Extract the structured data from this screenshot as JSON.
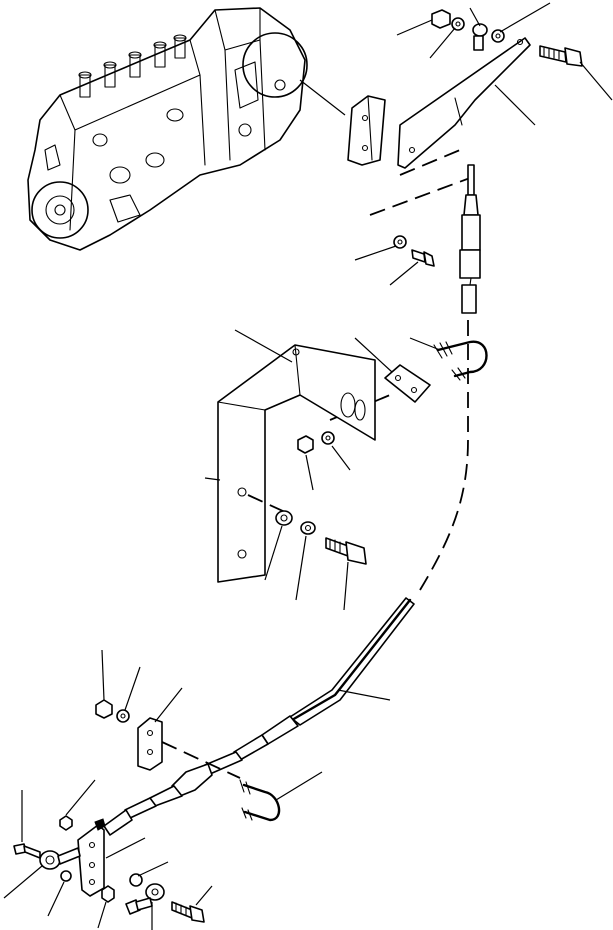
{
  "drawing": {
    "labels": []
  },
  "parts": [
    "fuel-injection-pump",
    "bracket-upper",
    "throttle-cable",
    "bracket-main",
    "u-bolt",
    "bolt",
    "nut",
    "washer",
    "lever-lower"
  ]
}
